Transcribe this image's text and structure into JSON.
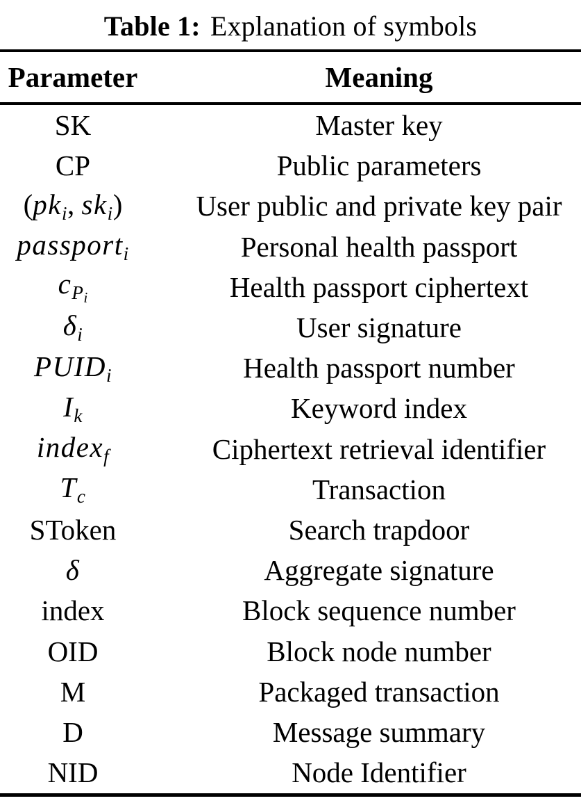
{
  "caption": {
    "label": "Table 1:",
    "text": "Explanation of symbols"
  },
  "colors": {
    "text": "#000000",
    "background": "#ffffff",
    "rule": "#000000"
  },
  "table": {
    "headers": [
      "Parameter",
      "Meaning"
    ],
    "rows": [
      {
        "param": [
          {
            "t": "SK"
          }
        ],
        "meaning": "Master key"
      },
      {
        "param": [
          {
            "t": "CP"
          }
        ],
        "meaning": "Public parameters"
      },
      {
        "param": [
          {
            "t": "("
          },
          {
            "t": "pk",
            "i": 1
          },
          {
            "t": "i",
            "i": 1,
            "s": 1
          },
          {
            "t": ", "
          },
          {
            "t": "sk",
            "i": 1
          },
          {
            "t": "i",
            "i": 1,
            "s": 1
          },
          {
            "t": ")"
          }
        ],
        "meaning": "User public and private key pair"
      },
      {
        "param": [
          {
            "t": "passport",
            "i": 1
          },
          {
            "t": "i",
            "i": 1,
            "s": 1
          }
        ],
        "meaning": "Personal health passport"
      },
      {
        "param": [
          {
            "t": "c",
            "i": 1
          },
          {
            "t": "P",
            "i": 1,
            "s": 1
          },
          {
            "t": "i",
            "i": 1,
            "s": 2
          }
        ],
        "meaning": "Health passport ciphertext"
      },
      {
        "param": [
          {
            "t": "δ",
            "i": 1
          },
          {
            "t": "i",
            "i": 1,
            "s": 1
          }
        ],
        "meaning": "User signature"
      },
      {
        "param": [
          {
            "t": "PUID",
            "i": 1
          },
          {
            "t": "i",
            "i": 1,
            "s": 1
          }
        ],
        "meaning": "Health passport number"
      },
      {
        "param": [
          {
            "t": "I",
            "i": 1
          },
          {
            "t": "k",
            "i": 1,
            "s": 1
          }
        ],
        "meaning": "Keyword index"
      },
      {
        "param": [
          {
            "t": "index",
            "i": 1
          },
          {
            "t": "f",
            "i": 1,
            "s": 1
          }
        ],
        "meaning": "Ciphertext retrieval identifier"
      },
      {
        "param": [
          {
            "t": "T",
            "i": 1
          },
          {
            "t": "c",
            "i": 1,
            "s": 1
          }
        ],
        "meaning": "Transaction"
      },
      {
        "param": [
          {
            "t": "SToken"
          }
        ],
        "meaning": "Search trapdoor"
      },
      {
        "param": [
          {
            "t": "δ",
            "i": 1
          }
        ],
        "meaning": "Aggregate signature"
      },
      {
        "param": [
          {
            "t": "index"
          }
        ],
        "meaning": "Block sequence number"
      },
      {
        "param": [
          {
            "t": "OID"
          }
        ],
        "meaning": "Block node number"
      },
      {
        "param": [
          {
            "t": "M"
          }
        ],
        "meaning": "Packaged transaction"
      },
      {
        "param": [
          {
            "t": "D"
          }
        ],
        "meaning": "Message summary"
      },
      {
        "param": [
          {
            "t": "NID"
          }
        ],
        "meaning": "Node Identifier"
      }
    ]
  }
}
